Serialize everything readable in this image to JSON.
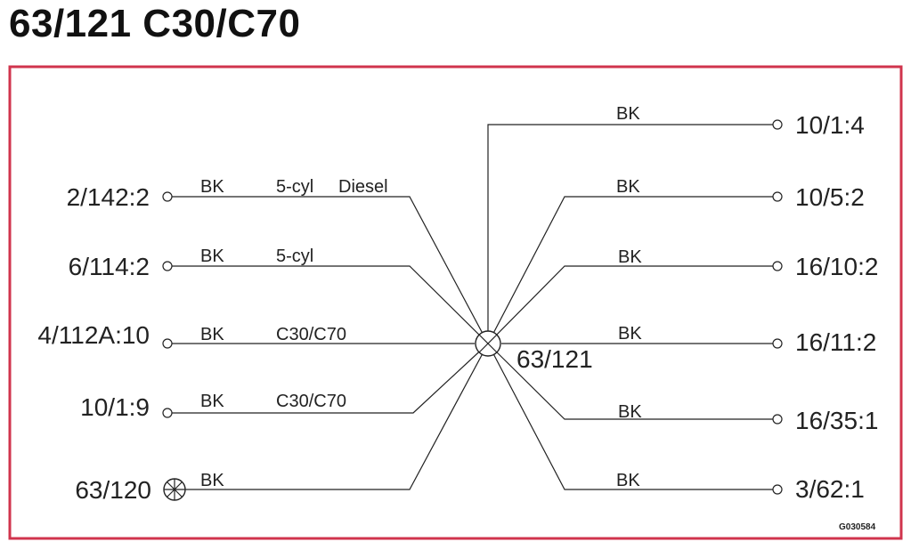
{
  "title": "63/121 C30/C70",
  "frame_color": "#d0344d",
  "hub": {
    "label": "63/121"
  },
  "figure_code": "G030584",
  "left_connectors": [
    {
      "terminal": "2/142:2",
      "color": "BK",
      "note1": "5-cyl",
      "note2": "Diesel",
      "symbol": "open-circle"
    },
    {
      "terminal": "6/114:2",
      "color": "BK",
      "note1": "5-cyl",
      "note2": "",
      "symbol": "open-circle"
    },
    {
      "terminal": "4/112A:10",
      "color": "BK",
      "note1": "C30/C70",
      "note2": "",
      "symbol": "open-circle"
    },
    {
      "terminal": "10/1:9",
      "color": "BK",
      "note1": "C30/C70",
      "note2": "",
      "symbol": "open-circle"
    },
    {
      "terminal": "63/120",
      "color": "BK",
      "note1": "",
      "note2": "",
      "symbol": "crossed-circle"
    }
  ],
  "right_connectors": [
    {
      "terminal": "10/1:4",
      "color": "BK"
    },
    {
      "terminal": "10/5:2",
      "color": "BK"
    },
    {
      "terminal": "16/10:2",
      "color": "BK"
    },
    {
      "terminal": "16/11:2",
      "color": "BK"
    },
    {
      "terminal": "16/35:1",
      "color": "BK"
    },
    {
      "terminal": "3/62:1",
      "color": "BK"
    }
  ]
}
